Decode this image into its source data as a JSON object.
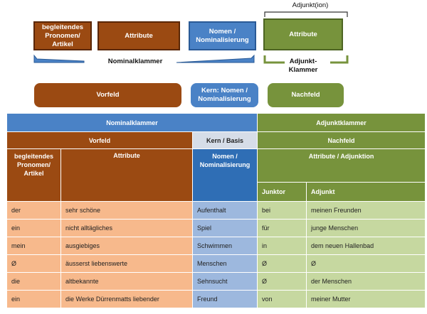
{
  "top": {
    "adjunkt_ion": "Adjunkt(ion)",
    "box_begleitend": "begleitendes Pronomen/ Artikel",
    "box_attribute_left": "Attribute",
    "box_nomen": "Nomen / Nominalisierung",
    "box_attribute_right": "Attribute",
    "nominalklammer": "Nominalklammer",
    "adjunkt_klammer": "Adjunkt-\nKlammer"
  },
  "pills": {
    "vorfeld": "Vorfeld",
    "kern": "Kern: Nomen / Nominalisierung",
    "nachfeld": "Nachfeld"
  },
  "table": {
    "h_nominalklammer": "Nominalklammer",
    "h_adjunktklammer": "Adjunktklammer",
    "h_vorfeld": "Vorfeld",
    "h_kern": "Kern / Basis",
    "h_nachfeld": "Nachfeld",
    "h_begleitend": "begleitendes Pronomen/ Artikel",
    "h_attribute": "Attribute",
    "h_nomen": "Nomen / Nominalisierung",
    "h_attr_adj": "Attribute / Adjunktion",
    "h_junktor": "Junktor",
    "h_adjunkt": "Adjunkt",
    "rows": [
      {
        "art": "der",
        "attr": "sehr schöne",
        "nomen": "Aufenthalt",
        "junktor": "bei",
        "adjunkt": "meinen Freunden"
      },
      {
        "art": "ein",
        "attr": "nicht alltägliches",
        "nomen": "Spiel",
        "junktor": "für",
        "adjunkt": "junge Menschen"
      },
      {
        "art": "mein",
        "attr": "ausgiebiges",
        "nomen": "Schwimmen",
        "junktor": "in",
        "adjunkt": "dem neuen Hallenbad"
      },
      {
        "art": "Ø",
        "attr": "äusserst liebenswerte",
        "nomen": "Menschen",
        "junktor": "Ø",
        "adjunkt": "Ø"
      },
      {
        "art": "die",
        "attr": "altbekannte",
        "nomen": "Sehnsucht",
        "junktor": "Ø",
        "adjunkt": "der Menschen"
      },
      {
        "art": "ein",
        "attr": "die Werke Dürrenmatts liebender",
        "nomen": "Freund",
        "junktor": "von",
        "adjunkt": "meiner Mutter"
      }
    ]
  }
}
